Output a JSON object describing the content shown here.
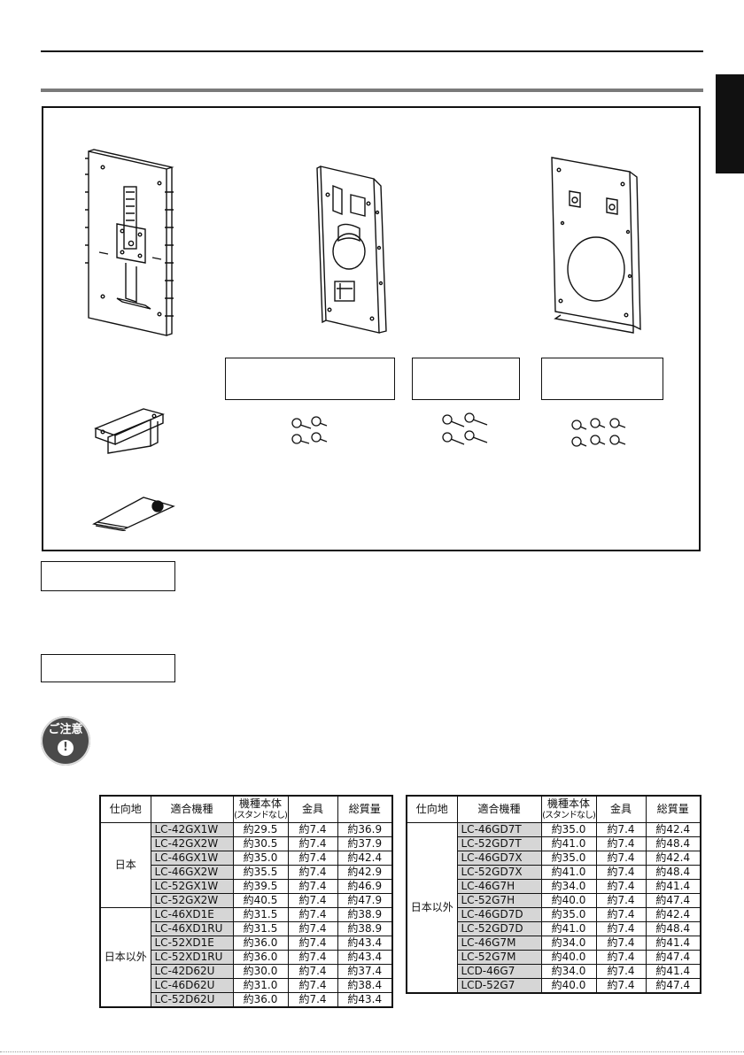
{
  "side_tab_icon": "black-tab",
  "parts_area": {
    "items": [
      {
        "icon": "wall-mount-frame-drawing"
      },
      {
        "icon": "bracket-drawing"
      },
      {
        "icon": "mounting-plate-drawing"
      },
      {
        "icon": "spacer-bracket-drawing"
      },
      {
        "icon": "manual-booklet-drawing"
      },
      {
        "icon": "screw-set-4-drawing"
      },
      {
        "icon": "screw-set-4-long-drawing"
      },
      {
        "icon": "screw-set-6-drawing"
      }
    ]
  },
  "caution_badge": {
    "label": "ご注意",
    "symbol": "!"
  },
  "table_left": {
    "headers": {
      "region": "仕向地",
      "model": "適合機種",
      "body_line1": "機種本体",
      "body_line2": "(スタンドなし)",
      "fitting": "金具",
      "total": "総質量"
    },
    "groups": [
      {
        "region": "日本",
        "rows": [
          {
            "model": "LC-42GX1W",
            "body": "約29.5",
            "fitting": "約7.4",
            "total": "約36.9"
          },
          {
            "model": "LC-42GX2W",
            "body": "約30.5",
            "fitting": "約7.4",
            "total": "約37.9"
          },
          {
            "model": "LC-46GX1W",
            "body": "約35.0",
            "fitting": "約7.4",
            "total": "約42.4"
          },
          {
            "model": "LC-46GX2W",
            "body": "約35.5",
            "fitting": "約7.4",
            "total": "約42.9"
          },
          {
            "model": "LC-52GX1W",
            "body": "約39.5",
            "fitting": "約7.4",
            "total": "約46.9"
          },
          {
            "model": "LC-52GX2W",
            "body": "約40.5",
            "fitting": "約7.4",
            "total": "約47.9"
          }
        ]
      },
      {
        "region": "日本以外",
        "rows": [
          {
            "model": "LC-46XD1E",
            "body": "約31.5",
            "fitting": "約7.4",
            "total": "約38.9"
          },
          {
            "model": "LC-46XD1RU",
            "body": "約31.5",
            "fitting": "約7.4",
            "total": "約38.9"
          },
          {
            "model": "LC-52XD1E",
            "body": "約36.0",
            "fitting": "約7.4",
            "total": "約43.4"
          },
          {
            "model": "LC-52XD1RU",
            "body": "約36.0",
            "fitting": "約7.4",
            "total": "約43.4"
          },
          {
            "model": "LC-42D62U",
            "body": "約30.0",
            "fitting": "約7.4",
            "total": "約37.4"
          },
          {
            "model": "LC-46D62U",
            "body": "約31.0",
            "fitting": "約7.4",
            "total": "約38.4"
          },
          {
            "model": "LC-52D62U",
            "body": "約36.0",
            "fitting": "約7.4",
            "total": "約43.4"
          }
        ]
      }
    ]
  },
  "table_right": {
    "headers": {
      "region": "仕向地",
      "model": "適合機種",
      "body_line1": "機種本体",
      "body_line2": "(スタンドなし)",
      "fitting": "金具",
      "total": "総質量"
    },
    "groups": [
      {
        "region": "日本以外",
        "rows": [
          {
            "model": "LC-46GD7T",
            "body": "約35.0",
            "fitting": "約7.4",
            "total": "約42.4"
          },
          {
            "model": "LC-52GD7T",
            "body": "約41.0",
            "fitting": "約7.4",
            "total": "約48.4"
          },
          {
            "model": "LC-46GD7X",
            "body": "約35.0",
            "fitting": "約7.4",
            "total": "約42.4"
          },
          {
            "model": "LC-52GD7X",
            "body": "約41.0",
            "fitting": "約7.4",
            "total": "約48.4"
          },
          {
            "model": "LC-46G7H",
            "body": "約34.0",
            "fitting": "約7.4",
            "total": "約41.4"
          },
          {
            "model": "LC-52G7H",
            "body": "約40.0",
            "fitting": "約7.4",
            "total": "約47.4"
          },
          {
            "model": "LC-46GD7D",
            "body": "約35.0",
            "fitting": "約7.4",
            "total": "約42.4"
          },
          {
            "model": "LC-52GD7D",
            "body": "約41.0",
            "fitting": "約7.4",
            "total": "約48.4"
          },
          {
            "model": "LC-46G7M",
            "body": "約34.0",
            "fitting": "約7.4",
            "total": "約41.4"
          },
          {
            "model": "LC-52G7M",
            "body": "約40.0",
            "fitting": "約7.4",
            "total": "約47.4"
          },
          {
            "model": "LCD-46G7",
            "body": "約34.0",
            "fitting": "約7.4",
            "total": "約41.4"
          },
          {
            "model": "LCD-52G7",
            "body": "約40.0",
            "fitting": "約7.4",
            "total": "約47.4"
          }
        ]
      }
    ]
  }
}
